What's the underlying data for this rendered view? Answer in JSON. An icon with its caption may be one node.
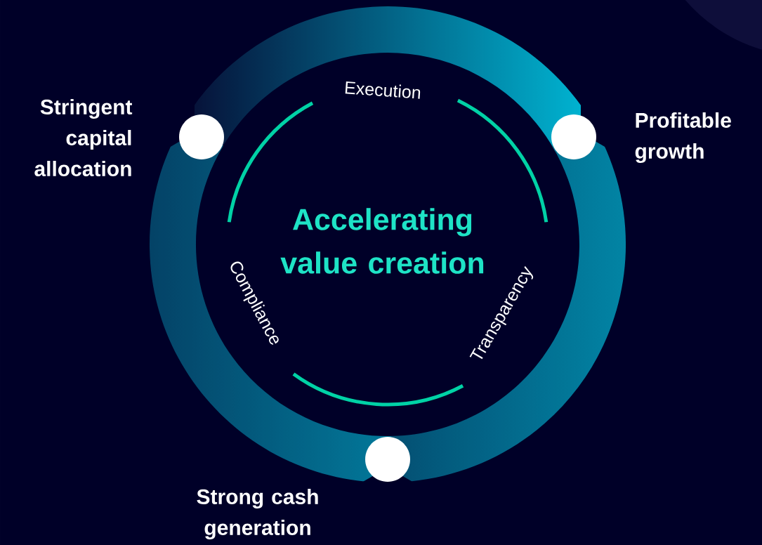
{
  "diagram": {
    "nodes": [
      {
        "text": [],
        "shape": "circle",
        "beside": [
          "Stringent capital allocation"
        ]
      },
      {
        "text": [],
        "shape": "circle",
        "beside": [
          "Profitable growth"
        ]
      },
      {
        "text": [],
        "shape": "circle",
        "beside": [
          "Strong cash generation"
        ]
      }
    ],
    "labels": [
      "Execution",
      "Accelerating value creation",
      "Compliance",
      "Transparency"
    ]
  }
}
